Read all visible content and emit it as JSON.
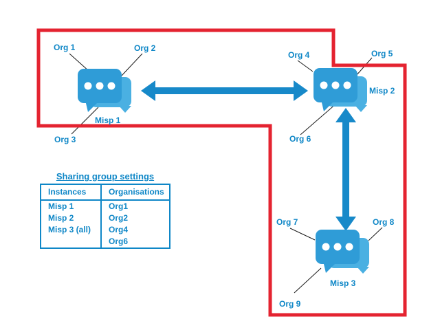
{
  "colors": {
    "boundary_red": "#e42330",
    "label_blue": "#0f87c7",
    "arrow_blue": "#1789c9",
    "icon_front_blue": "#2f9cd7",
    "icon_back_blue": "#4ab0e2",
    "leader_line_black": "#1a1a1a"
  },
  "diagram": {
    "labels": {
      "org1": "Org 1",
      "org2": "Org 2",
      "org3": "Org 3",
      "org4": "Org 4",
      "org5": "Org 5",
      "org6": "Org 6",
      "org7": "Org 7",
      "org8": "Org 8",
      "org9": "Org 9",
      "misp1": "Misp 1",
      "misp2": "Misp 2",
      "misp3": "Misp 3"
    }
  },
  "table": {
    "title": "Sharing group settings",
    "columns": [
      "Instances",
      "Organisations"
    ],
    "rows": [
      [
        "Misp 1",
        "Org1"
      ],
      [
        "Misp 2",
        "Org2"
      ],
      [
        "Misp 3 (all)",
        "Org4"
      ],
      [
        "",
        "Org6"
      ]
    ]
  }
}
